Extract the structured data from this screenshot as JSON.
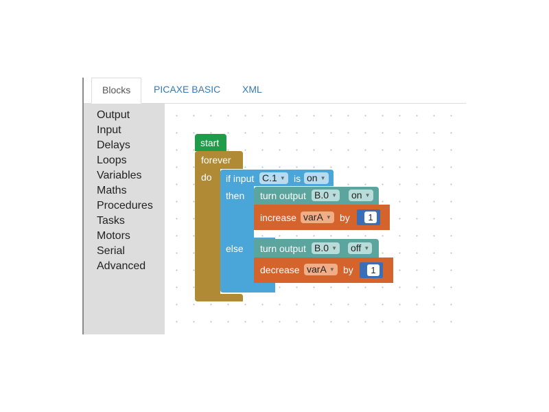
{
  "tabs": [
    {
      "label": "Blocks",
      "active": true
    },
    {
      "label": "PICAXE BASIC",
      "active": false
    },
    {
      "label": "XML",
      "active": false
    }
  ],
  "toolbox": {
    "categories": [
      "Output",
      "Input",
      "Delays",
      "Loops",
      "Variables",
      "Maths",
      "Procedures",
      "Tasks",
      "Motors",
      "Serial",
      "Advanced"
    ]
  },
  "blocks": {
    "start": {
      "label": "start",
      "color": "#1e9c4a"
    },
    "forever": {
      "label": "forever",
      "do_label": "do",
      "color": "#b08a35"
    },
    "if_input": {
      "label": "if input",
      "pin": "C.1",
      "is_label": "is",
      "state": "on",
      "then_label": "then",
      "else_label": "else",
      "color": "#4aa5d8"
    },
    "turn_output_1": {
      "label": "turn output",
      "pin": "B.0",
      "state": "on",
      "color": "#5ba59e"
    },
    "increase": {
      "label": "increase",
      "var": "varA",
      "by_label": "by",
      "amount": "1",
      "color": "#d5632c"
    },
    "turn_output_2": {
      "label": "turn output",
      "pin": "B.0",
      "state": "off",
      "color": "#5ba59e"
    },
    "decrease": {
      "label": "decrease",
      "var": "varA",
      "by_label": "by",
      "amount": "1",
      "color": "#d5632c"
    }
  }
}
